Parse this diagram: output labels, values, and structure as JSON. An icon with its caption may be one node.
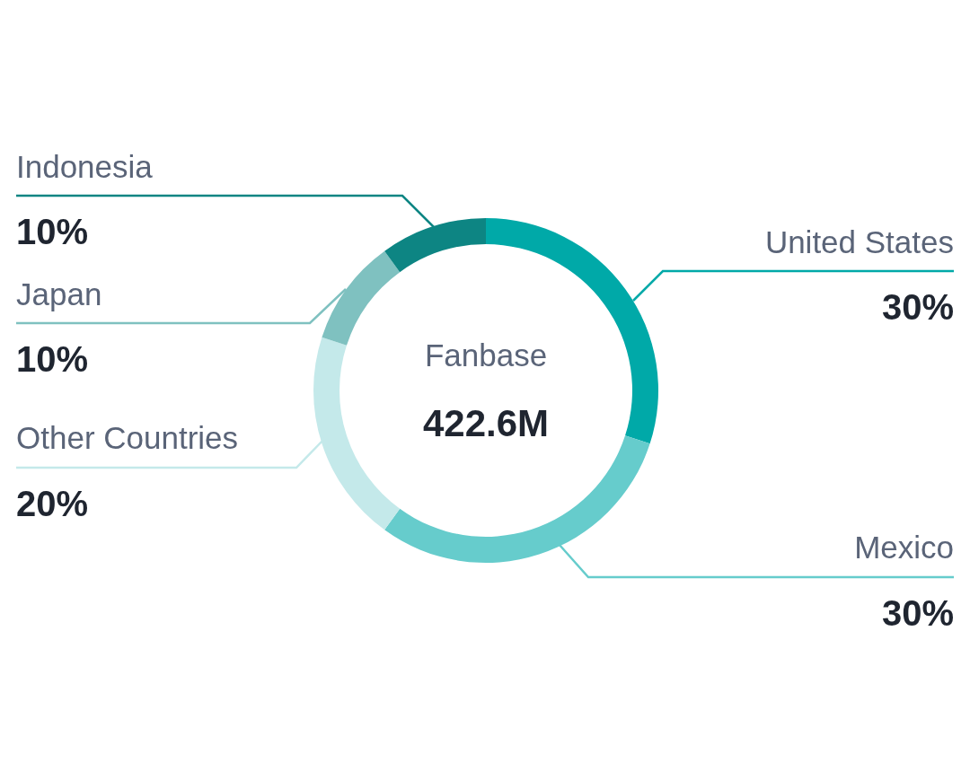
{
  "diagram": {
    "labels": [
      "Fanbase",
      "422.6M"
    ],
    "chart_data": {
      "type": "donut",
      "categories": [
        "United States",
        "Mexico",
        "Other Countries",
        "Japan",
        "Indonesia"
      ],
      "series": [
        {
          "colors": [
            "#00a9a8",
            "#66cccc",
            "#c4e9ea",
            "#7fc1c0",
            "#0d8583"
          ],
          "values": [
            30,
            30,
            20,
            10,
            10
          ]
        }
      ],
      "value_labels": [
        "30%",
        "30%",
        "20%",
        "10%",
        "10%"
      ]
    }
  }
}
